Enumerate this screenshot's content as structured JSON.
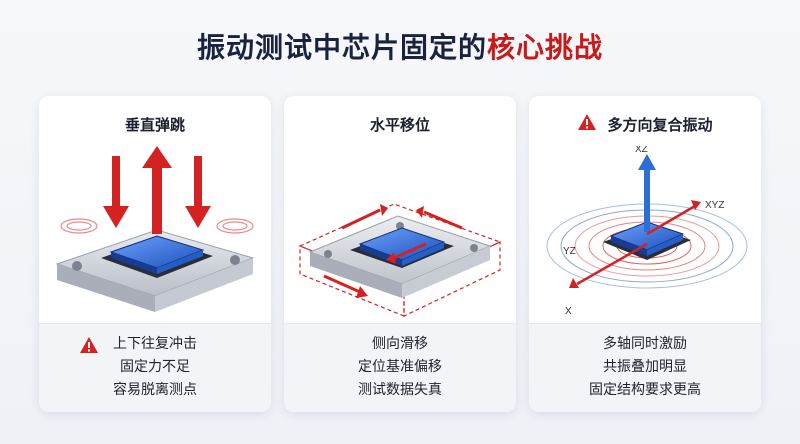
{
  "title": {
    "main": "振动测试中芯片固定的",
    "accent": "核心挑战"
  },
  "colors": {
    "accent": "#c91919",
    "chip_blue": "#2a63c9",
    "arrow_red": "#d42222",
    "arrow_blue": "#2b6fd6"
  },
  "cards": [
    {
      "heading": "垂直弹跳",
      "lines": [
        "上下往复冲击",
        "固定力不足",
        "容易脱离测点"
      ],
      "icon": "warning-icon"
    },
    {
      "heading": "水平移位",
      "lines": [
        "侧向滑移",
        "定位基准偏移",
        "测试数据失真"
      ]
    },
    {
      "heading": "多方向复合振动",
      "icon": "warning-icon",
      "lines": [
        "多轴同时激励",
        "共振叠加明显",
        "固定结构要求更高"
      ],
      "axes": {
        "z": "XZ",
        "xyz": "XYZ",
        "yz": "YZ",
        "x": "X"
      }
    }
  ]
}
